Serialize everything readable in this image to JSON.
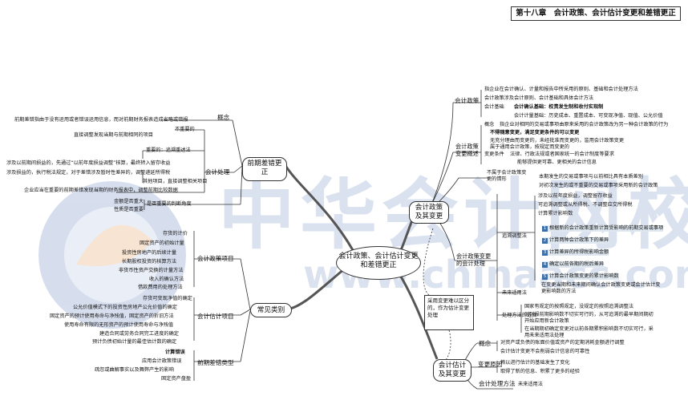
{
  "header": {
    "title": "第十八章　会计政策、会计估计变更和差错更正"
  },
  "watermark": {
    "text": "中华会计网校",
    "url": "www.chinaacc.com"
  },
  "center": {
    "label": "会计政策、会计估计变更和差错更正"
  },
  "nodes": {
    "prior": "前期差错更正",
    "classification": "常见类别",
    "policy": "会计政策及其变更",
    "estimate": "会计估计及其变更"
  },
  "prior_error": {
    "concept_label": "概念",
    "concept_text": "前期差错指由于没有运用或者错误运用信息，而对前期财务报表造成省略或错报",
    "accounting_label": "会计处理",
    "not_material": "不重要的",
    "not_material_text": "直接调整发现当期与前期相同的项目",
    "material": "重要的：追溯重述法",
    "material_1": "涉及以前期间损益的，先通过“以前年度损益调整”核算，最终转入留存收益",
    "material_2": "涉及损益的，执行税法规定，对于差错涉及暂时性差异的，调整递延所得税",
    "material_3": "其他项目，直接调整相关项目",
    "disclosure_1": "企业应当在重要的前期差错发现当期的财务报表中，调整前期比较数据",
    "small_1": "金额是否重大",
    "small_2": "性质是否重要",
    "judgement": "是否重要的判断角度"
  },
  "categories": {
    "policy_label": "会计政策项目",
    "policy_items": [
      "存货的计价",
      "固定资产的初始计量",
      "投资性房地产的后续计量",
      "长期股权投资的核算方法",
      "非货币性资产交换的计量方法",
      "收入的确认方法",
      "借款费用的处理方法"
    ],
    "estimate_label": "会计估计项目",
    "estimate_items": [
      "存货可变现净值的确定",
      "公允价值模式下的投资性房地产公允价值的确定",
      "固定资产的预计使用寿命与净残值，固定资产的折旧方法",
      "使用寿命有限的无形资产的预计使用寿命与净残值",
      "建造合同或劳务合同完工进度的确定",
      "预计负债初始计量的最佳估计数的确定"
    ],
    "error_label": "前期差错类型",
    "error_items": [
      "计算错误",
      "应用会计政策错误",
      "疏忽或曲解事实以及舞弊产生的影响",
      "固定资产盘盈"
    ]
  },
  "policy": {
    "accounting_policy": "会计政策",
    "ap_1": "指企业在会计确认、计量和报告中所采用的原则、基础和会计处理方法",
    "ap_2": "会计政策涉及会计原则、会计基础和具体会计方法",
    "basis_label": "会计基础",
    "basis_1": "会计确认基础：权责发生制和收付实现制",
    "basis_2": "会计计量基础：历史成本、重置成本、可变现净值、现值、公允价值",
    "change_label": "会计政策变更概述",
    "concept_label": "概念",
    "change_concept": "指企业对相同的交易或事项由原来采用的会计政策改为另一种会计政策的行为",
    "not_change_1": "不得随意变更，满足变更条件的可以变更",
    "not_change_2": "无充分理由而变更的，未经批准而变更的，滥用会计政策变更",
    "change_cond_label": "变更条件",
    "change_cond_1": "属于通用会计政策，按规定而变更的",
    "change_cond_2": "法律、行政法规或者国家统一的会计制度等要求",
    "change_cond_3": "能够提供更可靠、更相关的会计信息",
    "not_belong_label": "不属于会计政策变更的情形",
    "not_belong_1": "本期发生的交易或事项与以前相比具有本质差别",
    "not_belong_2": "对初次发生的或不重要的交易或事项采用新的会计政策",
    "accounting_label": "会计政策变更的会计处理",
    "retro_label": "追溯调整法",
    "retro_intro_1": "涉及以前年度损益，调整留存收益",
    "retro_intro_2": "可追溯调整或从所得税、不调整应交所得税",
    "retro_intro_3": "计算累计影响数",
    "steps": [
      "根据新的会计政策重新计算受影响的前期交易或事项",
      "计算两种会计政策下的差异",
      "计算差异的所得税影响金额",
      "确定以前各期的税后差异",
      "计算会计政策变更的累计影响数"
    ],
    "future_label": "未来适用法",
    "future_1": "在变更当期和未来期间确认会计政策变更或会计估计变更影响数的方法",
    "choose_label": "处理方法的选择",
    "choose_1": "国家有规定的按照规定，没规定的按照追溯调整法",
    "choose_2": "对列报前期影响数不切实可行的，从可追溯的最早期间期初开始应用新会计政策",
    "choose_3": "在当期期初确定变更对以前各期累积影响数不切实可行，采用未来适用法处理"
  },
  "estimate": {
    "concept_label": "概念",
    "concept_1": "对资产或负债的账面价值或资产的定期消耗金额进行调整",
    "concept_2": "会计估计变更不会削弱会计信息的可靠性",
    "reason_label": "变更原因",
    "reason_1": "赖以进行估计的基础发生了变化",
    "reason_2": "取得了新的信息、积累了更多的经验",
    "method_label": "会计处理方法",
    "method_value": "未来适用法"
  },
  "note": {
    "text": "采用变更难以区分的，作为估计变更处理"
  }
}
